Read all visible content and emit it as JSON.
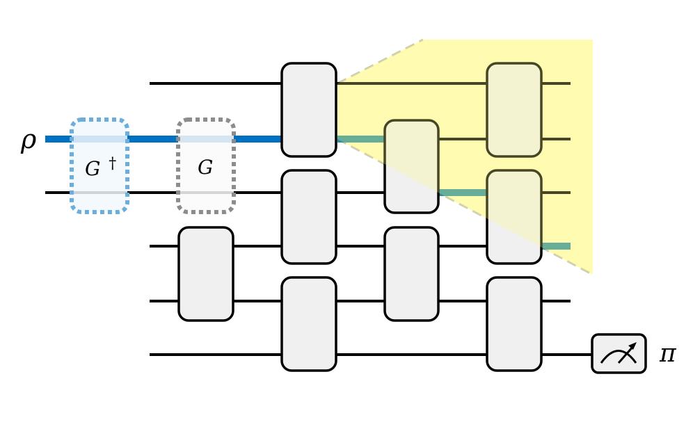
{
  "labels": {
    "input": "ρ",
    "output": "π",
    "g_dagger_base": "G",
    "g_dagger_sup": "†",
    "g": "G"
  },
  "colors": {
    "wire": "#000000",
    "highlight_wire": "#0070C0",
    "highlight_wire_light": "#2E8FA0",
    "gate_fill": "#F0F0F0",
    "zoom_fill": "#FFFDC4",
    "g_dagger_border": "#6BAEDC",
    "g_border": "#8C8C8C",
    "zoom_edge": "#CCCCB0"
  },
  "icons": {
    "measurement": "meter-icon"
  }
}
